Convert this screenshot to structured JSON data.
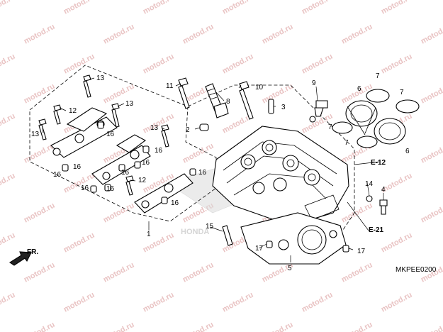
{
  "watermark": "motod.ru",
  "parts": [
    {
      "id": "p1",
      "num": "1"
    },
    {
      "id": "p2",
      "num": "2"
    },
    {
      "id": "p3",
      "num": "3"
    },
    {
      "id": "p4",
      "num": "4"
    },
    {
      "id": "p5",
      "num": "5"
    },
    {
      "id": "p6a",
      "num": "6"
    },
    {
      "id": "p6b",
      "num": "6"
    },
    {
      "id": "p7a",
      "num": "7"
    },
    {
      "id": "p7b",
      "num": "7"
    },
    {
      "id": "p7c",
      "num": "7"
    },
    {
      "id": "p7d",
      "num": "7"
    },
    {
      "id": "p8",
      "num": "8"
    },
    {
      "id": "p9",
      "num": "9"
    },
    {
      "id": "p10",
      "num": "10"
    },
    {
      "id": "p11",
      "num": "11"
    },
    {
      "id": "p12a",
      "num": "12"
    },
    {
      "id": "p12b",
      "num": "12"
    },
    {
      "id": "p13a",
      "num": "13"
    },
    {
      "id": "p13b",
      "num": "13"
    },
    {
      "id": "p13c",
      "num": "13"
    },
    {
      "id": "p13d",
      "num": "13"
    },
    {
      "id": "p14",
      "num": "14"
    },
    {
      "id": "p15",
      "num": "15"
    },
    {
      "id": "p16a",
      "num": "16"
    },
    {
      "id": "p16b",
      "num": "16"
    },
    {
      "id": "p16c",
      "num": "16"
    },
    {
      "id": "p16d",
      "num": "16"
    },
    {
      "id": "p16e",
      "num": "16"
    },
    {
      "id": "p16f",
      "num": "16"
    },
    {
      "id": "p16g",
      "num": "16"
    },
    {
      "id": "p16h",
      "num": "16"
    },
    {
      "id": "p16i",
      "num": "16"
    },
    {
      "id": "p16j",
      "num": "16"
    },
    {
      "id": "p17a",
      "num": "17"
    },
    {
      "id": "p17b",
      "num": "17"
    }
  ],
  "refs": {
    "e12": "E-12",
    "e21": "E-21"
  },
  "direction": "FR.",
  "brand": "HONDA",
  "diagram_code": "MKPEE0200"
}
